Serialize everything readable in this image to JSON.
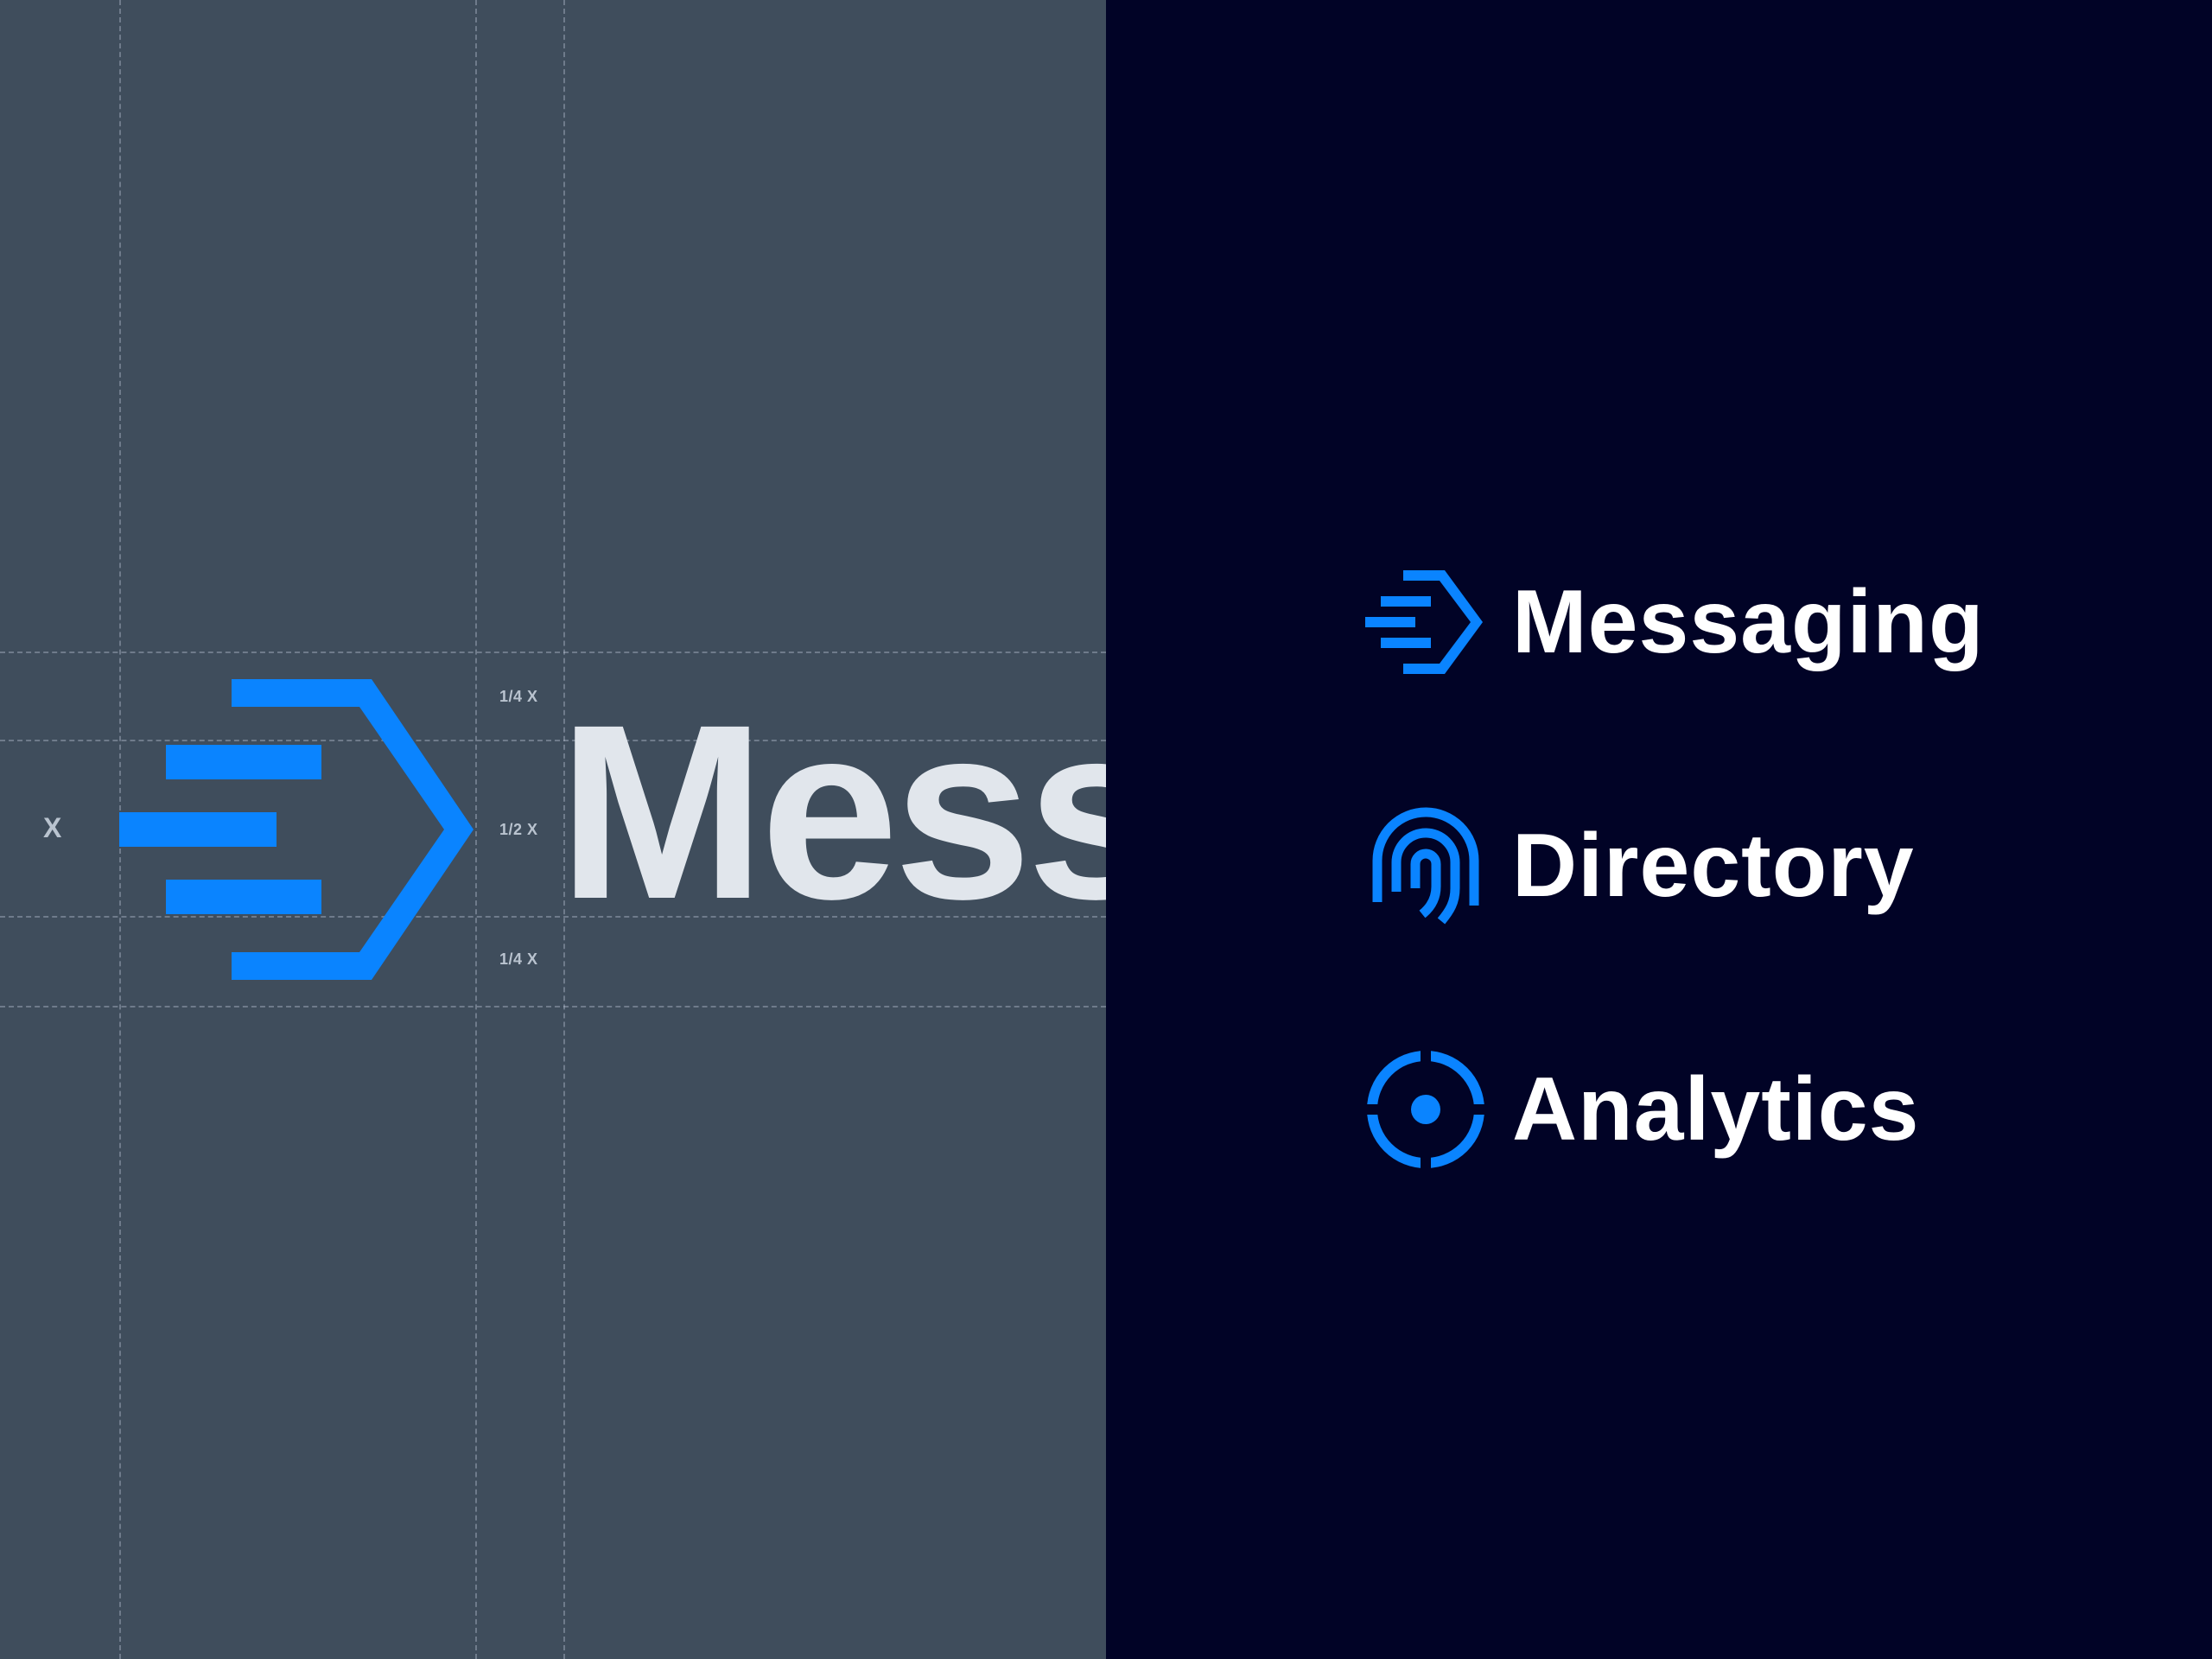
{
  "colors": {
    "left_background": "#3f4d5c",
    "right_background": "#010326",
    "accent": "#0a84ff",
    "wordmark_light": "#e1e6ec",
    "text_white": "#ffffff"
  },
  "construction": {
    "wordmark": "Mess",
    "measures": {
      "unit": "X",
      "quarter_top": "1/4 X",
      "half": "1/2 X",
      "quarter_bottom": "1/4 X"
    }
  },
  "products": [
    {
      "label": "Messaging",
      "icon": "messaging-arrow-icon"
    },
    {
      "label": "Directory",
      "icon": "fingerprint-icon"
    },
    {
      "label": "Analytics",
      "icon": "target-icon"
    }
  ]
}
